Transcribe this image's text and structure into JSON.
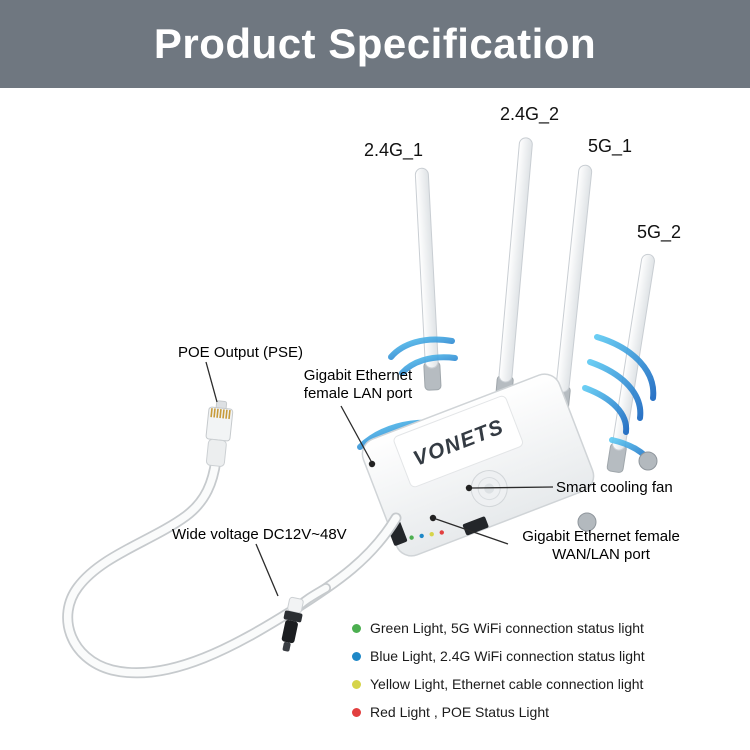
{
  "header": {
    "title": "Product Specification",
    "bg_color": "#6f7780"
  },
  "device": {
    "brand": "VONETS"
  },
  "antenna_labels": [
    {
      "label": "2.4G_1"
    },
    {
      "label": "2.4G_2"
    },
    {
      "label": "5G_1"
    },
    {
      "label": "5G_2"
    }
  ],
  "callouts": [
    {
      "label": "POE Output (PSE)"
    },
    {
      "label": "Gigabit Ethernet\nfemale LAN port"
    },
    {
      "label": "Smart cooling fan"
    },
    {
      "label": "Wide voltage DC12V~48V"
    },
    {
      "label": "Gigabit Ethernet female\nWAN/LAN port"
    }
  ],
  "legend": [
    {
      "color": "#4caf50",
      "text": "Green Light, 5G WiFi connection status light"
    },
    {
      "color": "#1e88c7",
      "text": "Blue Light, 2.4G WiFi connection status light"
    },
    {
      "color": "#d6d44a",
      "text": "Yellow Light, Ethernet cable connection light"
    },
    {
      "color": "#e23f3f",
      "text": "Red Light , POE Status Light"
    }
  ]
}
